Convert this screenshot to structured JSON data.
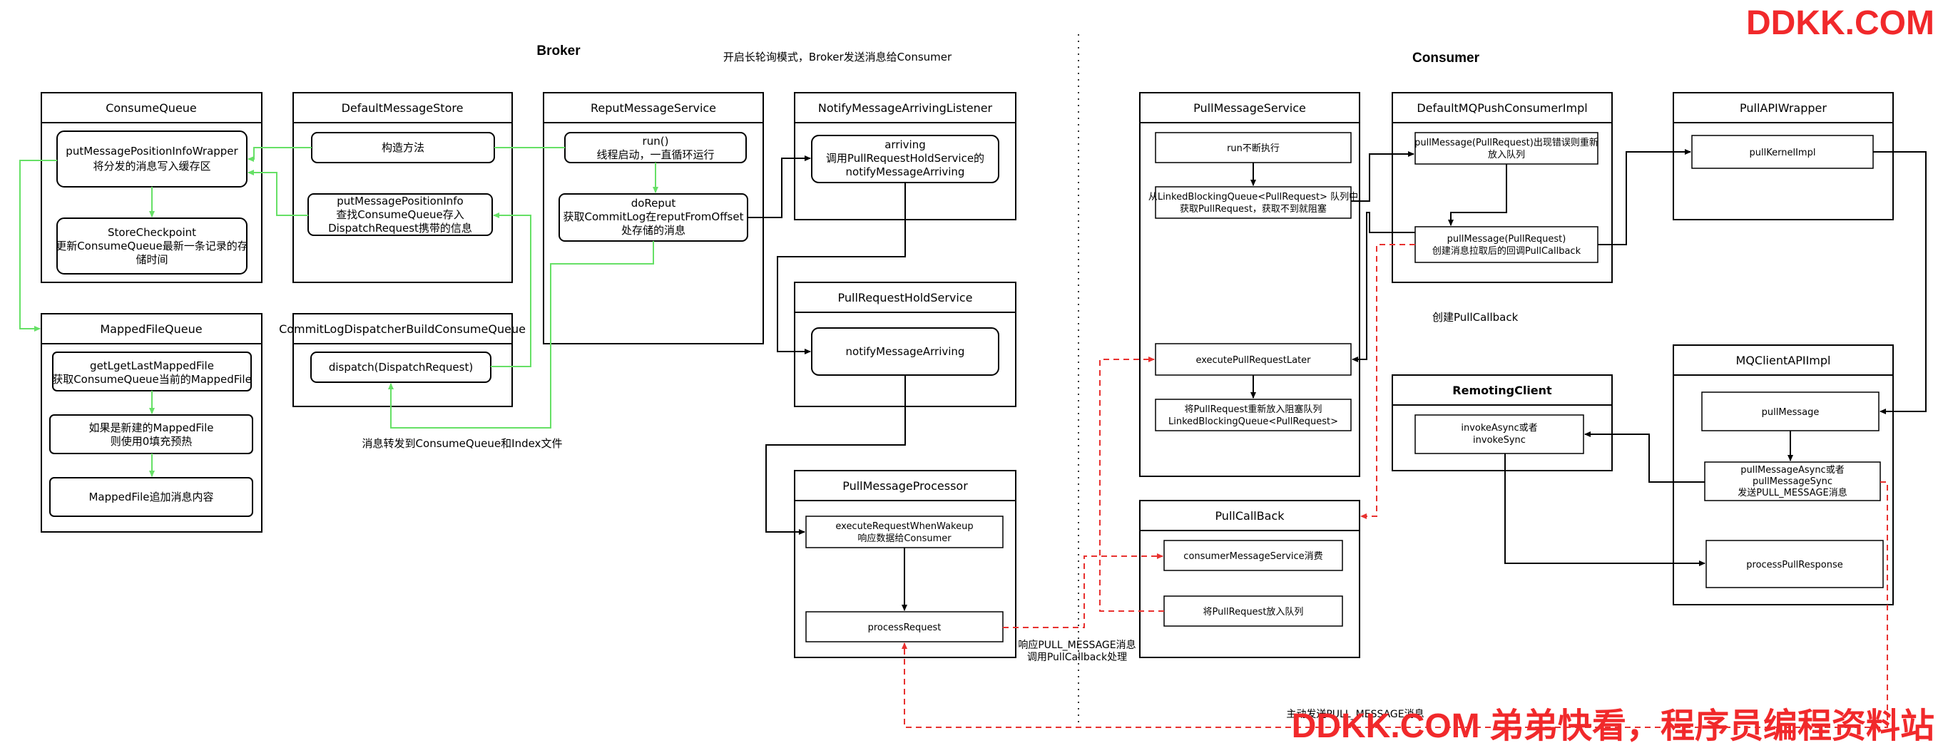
{
  "headings": {
    "broker": "Broker",
    "consumer": "Consumer",
    "long_polling_note": "开启长轮询模式，Broker发送消息给Consumer"
  },
  "containers": {
    "consume_queue": "ConsumeQueue",
    "default_message_store": "DefaultMessageStore",
    "reput_message_service": "ReputMessageService",
    "notify_listener": "NotifyMessageArrivingListener",
    "mapped_file_queue": "MappedFileQueue",
    "commitlog_dispatcher": "CommitLogDispatcherBuildConsumeQueue",
    "pull_request_hold_service": "PullRequestHoldService",
    "pull_message_processor": "PullMessageProcessor",
    "pull_message_service": "PullMessageService",
    "default_mq_push_consumer": "DefaultMQPushConsumerImpl",
    "pull_api_wrapper": "PullAPIWrapper",
    "remoting_client": "RemotingClient",
    "mq_client_api_impl": "MQClientAPIImpl",
    "pull_callback": "PullCallBack"
  },
  "nodes": {
    "put_wrapper": [
      "putMessagePositionInfoWrapper",
      "将分发的消息写入缓存区"
    ],
    "store_checkpoint": [
      "StoreCheckpoint",
      "更新ConsumeQueue最新一条记录的存",
      "储时间"
    ],
    "constructor": [
      "构造方法"
    ],
    "put_position_info": [
      "putMessagePositionInfo",
      "查找ConsumeQueue存入",
      "DispatchRequest携带的信息"
    ],
    "run": [
      "run()",
      "线程启动，一直循环运行"
    ],
    "do_reput": [
      "doReput",
      "获取CommitLog在reputFromOffset",
      "处存储的消息"
    ],
    "arriving": [
      "arriving",
      "调用PullRequestHoldService的",
      "notifyMessageArriving"
    ],
    "get_last_mapped_file": [
      "getLgetLastMappedFile",
      "获取ConsumeQueue当前的MappedFile"
    ],
    "new_mapped_file": [
      "如果是新建的MappedFile",
      "则使用0填充预热"
    ],
    "append_message": [
      "MappedFile追加消息内容"
    ],
    "dispatch": [
      "dispatch(DispatchRequest)"
    ],
    "notify_message_arriving": [
      "notifyMessageArriving"
    ],
    "execute_request_when_wakeup": [
      "executeRequestWhenWakeup",
      "响应数据给Consumer"
    ],
    "process_request": [
      "processRequest"
    ],
    "run_loop": [
      "run不断执行"
    ],
    "take_from_queue": [
      "从LinkedBlockingQueue<PullRequest> 队列中",
      "获取PullRequest，获取不到就阻塞"
    ],
    "execute_pull_request_later": [
      "executePullRequestLater"
    ],
    "put_back_queue": [
      "将PullRequest重新放入阻塞队列",
      "LinkedBlockingQueue<PullRequest>"
    ],
    "pull_message_error": [
      "pullMessage(PullRequest)出现错误则重新",
      "放入队列"
    ],
    "pull_message_create_callback": [
      "pullMessage(PullRequest)",
      "创建消息拉取后的回调PullCallback"
    ],
    "pull_kernel_impl": [
      "pullKernelImpl"
    ],
    "invoke_async": [
      "invokeAsync或者",
      "invokeSync"
    ],
    "mq_pull_message": [
      "pullMessage"
    ],
    "pull_message_async": [
      "pullMessageAsync或者",
      "pullMessageSync",
      "发送PULL_MESSAGE消息"
    ],
    "process_pull_response": [
      "processPullResponse"
    ],
    "consumer_message_service": [
      "consumerMessageService消费"
    ],
    "put_pull_request": [
      "将PullRequest放入队列"
    ]
  },
  "edge_labels": {
    "dispatch_to_files": "消息转发到ConsumeQueue和Index文件",
    "create_pull_callback": "创建PullCallback",
    "response_pull_message": [
      "响应PULL_MESSAGE消息",
      "调用PullCallback处理"
    ],
    "active_send_pull": "主动发送PULL_MESSAGE消息"
  },
  "watermarks": {
    "top": "DDKK.COM",
    "bottom": "DDKK.COM 弟弟快看，程序员编程资料站"
  },
  "colors": {
    "green_arrow": "#66e066",
    "red_dashed": "#e8312f",
    "watermark": "#f1292b"
  }
}
